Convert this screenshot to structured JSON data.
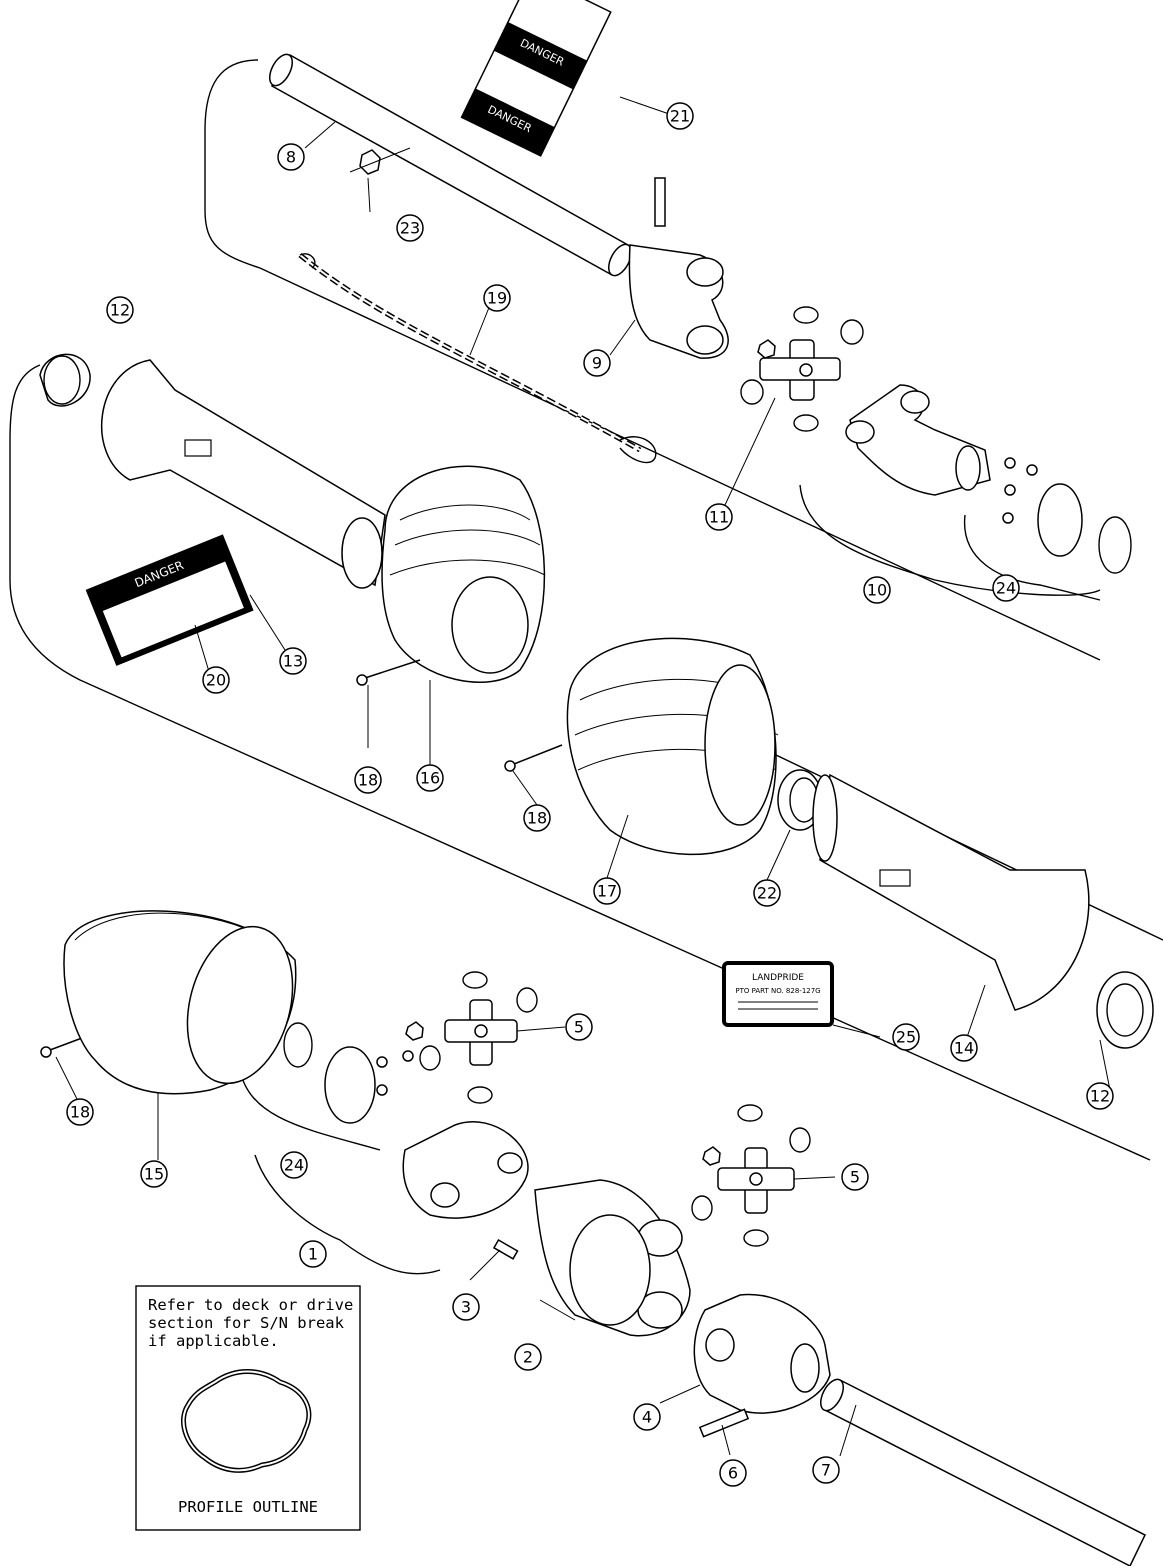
{
  "callouts": [
    {
      "id": "c1",
      "label": "1"
    },
    {
      "id": "c2",
      "label": "2"
    },
    {
      "id": "c3",
      "label": "3"
    },
    {
      "id": "c4",
      "label": "4"
    },
    {
      "id": "c5a",
      "label": "5"
    },
    {
      "id": "c5b",
      "label": "5"
    },
    {
      "id": "c6",
      "label": "6"
    },
    {
      "id": "c7",
      "label": "7"
    },
    {
      "id": "c8",
      "label": "8"
    },
    {
      "id": "c9",
      "label": "9"
    },
    {
      "id": "c10",
      "label": "10"
    },
    {
      "id": "c11",
      "label": "11"
    },
    {
      "id": "c12a",
      "label": "12"
    },
    {
      "id": "c12b",
      "label": "12"
    },
    {
      "id": "c13",
      "label": "13"
    },
    {
      "id": "c14",
      "label": "14"
    },
    {
      "id": "c15",
      "label": "15"
    },
    {
      "id": "c16",
      "label": "16"
    },
    {
      "id": "c17",
      "label": "17"
    },
    {
      "id": "c18a",
      "label": "18"
    },
    {
      "id": "c18b",
      "label": "18"
    },
    {
      "id": "c18c",
      "label": "18"
    },
    {
      "id": "c19",
      "label": "19"
    },
    {
      "id": "c20",
      "label": "20"
    },
    {
      "id": "c21",
      "label": "21"
    },
    {
      "id": "c22",
      "label": "22"
    },
    {
      "id": "c23",
      "label": "23"
    },
    {
      "id": "c24a",
      "label": "24"
    },
    {
      "id": "c24b",
      "label": "24"
    },
    {
      "id": "c25",
      "label": "25"
    }
  ],
  "decals": {
    "danger_word": "DANGER",
    "decal_25_brand": "LANDPRIDE",
    "decal_25_part": "PTO PART NO. 828-127G"
  },
  "note": {
    "lines": [
      "Refer to deck or drive",
      "section for S/N break",
      "if applicable."
    ],
    "caption": "PROFILE OUTLINE"
  }
}
